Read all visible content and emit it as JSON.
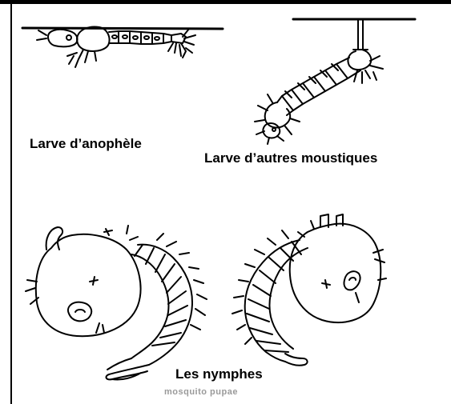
{
  "labels": {
    "anopheles_larva": "Larve d’anophèle",
    "other_larva": "Larve d’autres moustiques",
    "pupae": "Les nymphes",
    "faded_caption": "mosquito pupae"
  },
  "colors": {
    "line": "#000000",
    "background": "#ffffff",
    "faded_text": "#9a9a9a"
  }
}
